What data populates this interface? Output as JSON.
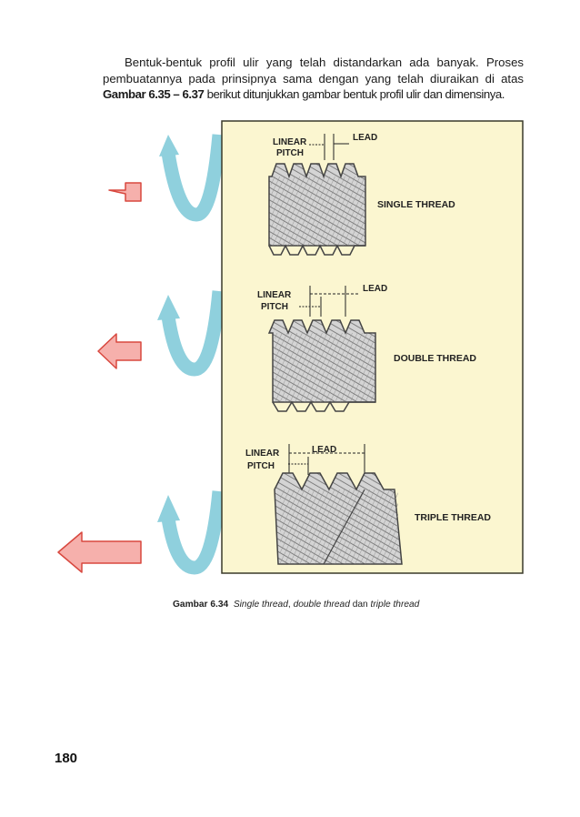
{
  "body": {
    "line1": "Bentuk-bentuk profil ulir yang telah distandarkan ada banyak. Proses",
    "line2": "pembuatannya pada prinsipnya sama dengan yang telah diuraikan di atas",
    "line3_bold": "Gambar 6.35 – 6.37",
    "line3_rest": " berikut ditunjukkan gambar bentuk profil ulir dan dimensinya."
  },
  "figure": {
    "threads": [
      {
        "linear": "LINEAR",
        "pitch": "PITCH",
        "lead": "LEAD",
        "label": "SINGLE THREAD"
      },
      {
        "linear": "LINEAR",
        "pitch": "PITCH",
        "lead": "LEAD",
        "label": "DOUBLE THREAD"
      },
      {
        "linear": "LINEAR",
        "pitch": "PITCH",
        "lead": "LEAD",
        "label": "TRIPLE THREAD"
      }
    ],
    "colors": {
      "panel_bg": "#fbf6d0",
      "panel_border": "#3a3a2a",
      "arrow_red_fill": "#f6b0ac",
      "arrow_red_stroke": "#d8483f",
      "arrow_teal": "#8fd0dd",
      "thread_metal": "#c8c8c8"
    }
  },
  "caption": {
    "label": "Gambar 6.34",
    "t1": "Single thread",
    "t2": ", ",
    "t3": "double thread",
    "t4": " dan ",
    "t5": "triple thread"
  },
  "page_number": "180"
}
